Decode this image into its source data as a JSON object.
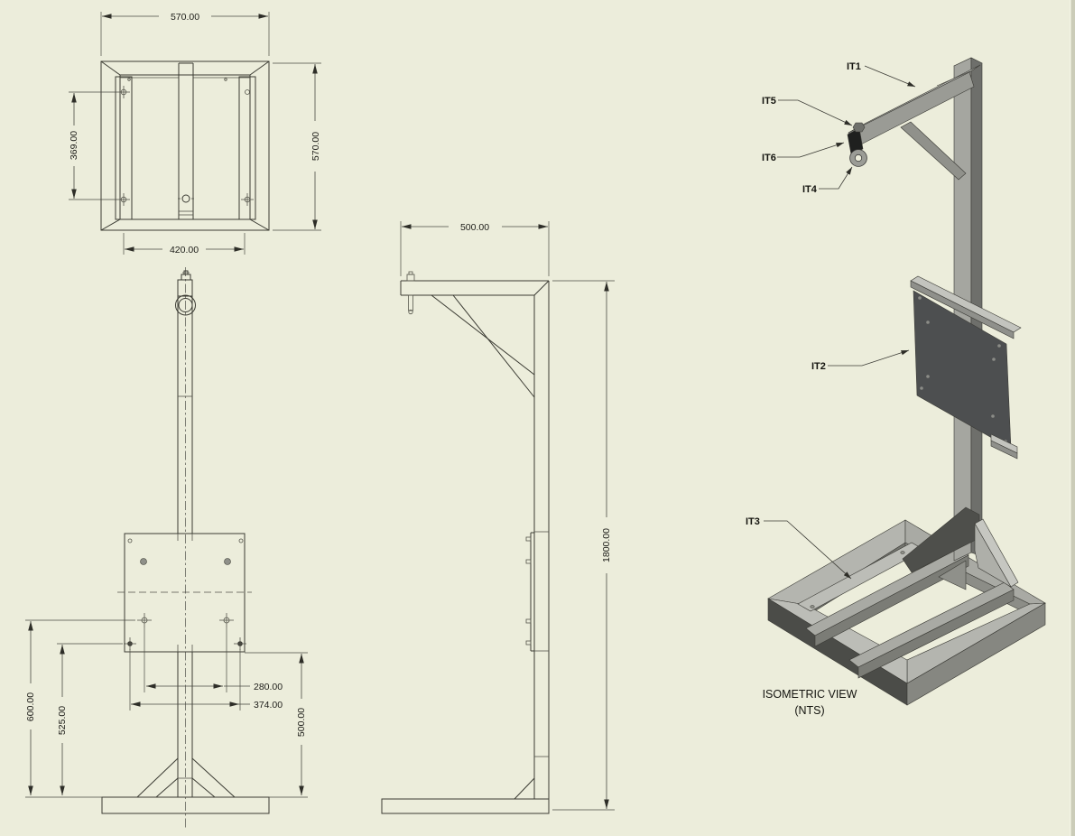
{
  "drawing": {
    "background_color": "#ECEDDB",
    "line_color": "#3B3B33",
    "dimension_color": "#4A4A42",
    "text_color": "#1C1C18",
    "iso_colors": {
      "top_face": "#C4C5BF",
      "front_face": "#9A9B95",
      "side_face": "#737470",
      "dark_face": "#4D4F4B",
      "plate_dark": "#4D4F50",
      "end_cap": "#1F201F"
    },
    "top_view": {
      "dim_width": "570.00",
      "dim_height": "570.00",
      "dim_hole_span": "369.00",
      "dim_rail_span": "420.00"
    },
    "front_view": {
      "dim_hole_span_inner": "280.00",
      "dim_hole_span_outer": "374.00",
      "dim_height_outer": "600.00",
      "dim_height_inner": "525.00",
      "dim_height_right": "500.00"
    },
    "side_view": {
      "dim_arm_length": "500.00",
      "dim_total_height": "1800.00"
    },
    "isometric": {
      "caption": "ISOMETRIC VIEW",
      "caption_note": "(NTS)",
      "labels": {
        "it1": "IT1",
        "it2": "IT2",
        "it3": "IT3",
        "it4": "IT4",
        "it5": "IT5",
        "it6": "IT6"
      }
    }
  }
}
